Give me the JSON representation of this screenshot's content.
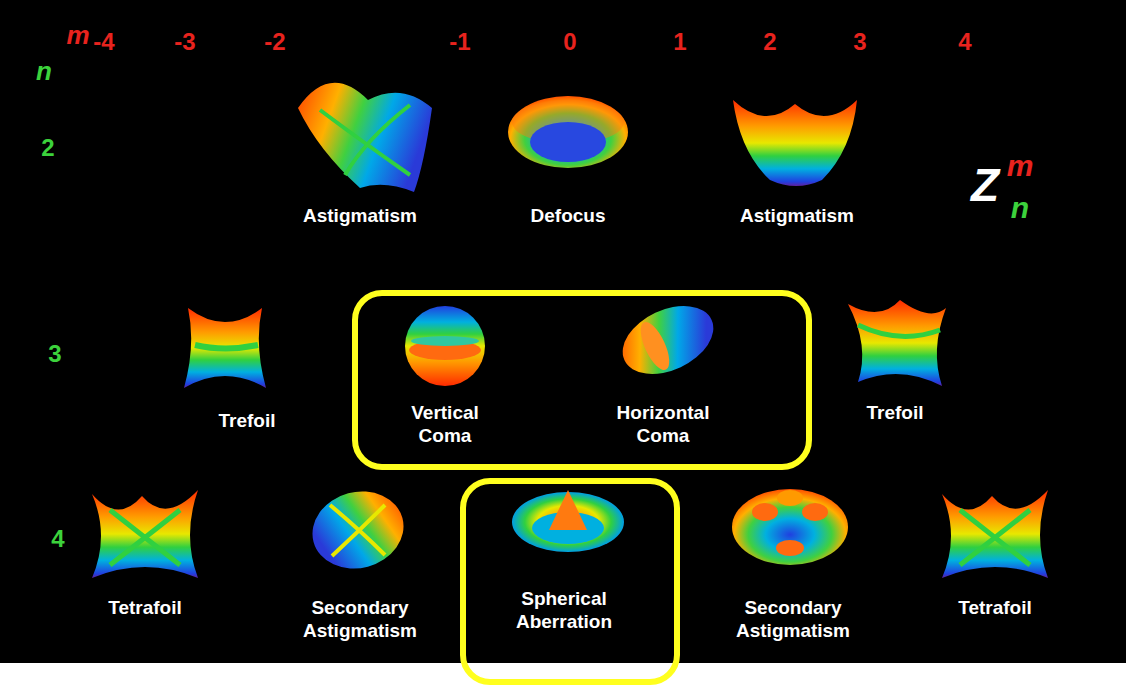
{
  "diagram": {
    "nodes": [
      {
        "text": [
          "Vertical Coma",
          "Horizontal Coma"
        ]
      },
      {
        "text": [
          "Spherical Aberration"
        ]
      }
    ],
    "labels": [
      "m",
      "-4",
      "-3",
      "-2",
      "-1",
      "0",
      "1",
      "2",
      "3",
      "4",
      "n",
      "2",
      "Astigmatism",
      "Defocus",
      "Astigmatism",
      "Z",
      "m",
      "n",
      "3",
      "Trefoil",
      "Trefoil",
      "4",
      "Tetrafoil",
      "Secondary Astigmatism",
      "Secondary Astigmatism",
      "Tetrafoil"
    ]
  }
}
